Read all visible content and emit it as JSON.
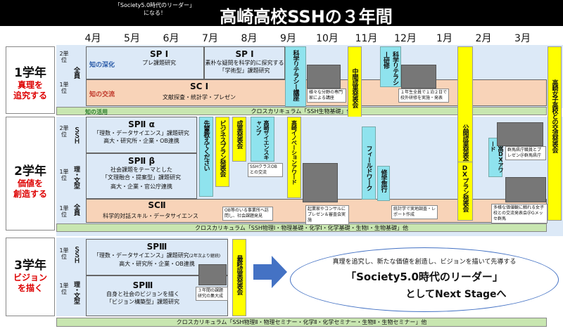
{
  "header": {
    "title": "高崎高校SSHの３年間",
    "subtitle_line1": "「Society5.0時代のリーダー」",
    "subtitle_line2": "になる！"
  },
  "months": [
    "4月",
    "5月",
    "6月",
    "7月",
    "8月",
    "9月",
    "10月",
    "11月",
    "12月",
    "1月",
    "2月",
    "3月"
  ],
  "grade1": {
    "name": "1学年",
    "theme_line1": "真理を",
    "theme_line2": "追究する",
    "unit_top": "2単位",
    "unit_bottom": "1単位",
    "all": "全員",
    "deepen_label": "知の深化",
    "exchange_label": "知の交流",
    "apply_label": "知の活用",
    "sp1a_title": "SP Ⅰ",
    "sp1a_desc": "プレ課題研究",
    "sp1b_title": "SP Ⅰ",
    "sp1b_desc1": "素朴な疑問を科学的に探究する",
    "sp1b_desc2": "「学術型」課題研究",
    "sc1_title": "SC Ⅰ",
    "sc1_desc": "文献探査・統計学・プレゼン",
    "cross": "クロスカリキュラム「SSH生物基礎」他",
    "ev_literacy1": "科学リテラシー講座",
    "ev_midpres": "中間成果発表会",
    "ev_literacy2": "科学リテラシー研修",
    "note_literacy1": "様々な分野の専門家による講座",
    "note_literacy2": "１年生全員で１泊２日で校外研修を実施・発表"
  },
  "grade2": {
    "name": "2学年",
    "theme_line1": "価値を",
    "theme_line2": "創造する",
    "unit_top": "2単位",
    "unit_mid": "1単位",
    "unit_bottom": "1単位",
    "course_ssh": "ＳＳＨ",
    "course_rb": "理・文型",
    "all": "全員",
    "sp2a_title": "SPⅡ α",
    "sp2a_desc1": "「理数・データサイエンス」課題研究",
    "sp2a_desc2": "高大・研究所・企業・OB連携",
    "sp2b_title": "SPⅡ β",
    "sp2b_desc1": "社会課題をテーマとした",
    "sp2b_desc2": "「文理融合・提案型」課題研究",
    "sp2b_desc3": "高大・企業・官公庁連携",
    "sc2_title": "SCⅡ",
    "sc2_desc": "科学的対話スキル・データサイエンス",
    "cross": "クロスカリキュラム「SSH物理Ⅰ・物理基礎・化学Ⅰ・化学基礎・生物Ⅰ・生物基礎」他",
    "ev_senpai": "先輩教えてください",
    "ev_bizplan": "ビジネスプラン発表会",
    "ev_results": "成果発表会",
    "ev_camp": "高崎サイエンスキャンプ",
    "ev_innov": "高崎イノベーションアワード",
    "ev_field": "フィールドワーク",
    "ev_trip": "修学旅行",
    "ev_pubres": "公開成果発表会",
    "ev_dx": "DXプラン発表会",
    "ev_dxaward": "高高DXアワード",
    "ev_exchange": "高崎女子高校との交流発表会",
    "note_ob": "OB等のいる事業所へ訪問し、社会課題発見",
    "note_camp": "SSHクラスOBとの交流",
    "note_consul": "起業家やコンサルにプレゼン＆審査会実施",
    "note_trip": "統計学で実地調査・レポート作成",
    "note_gunma": "群馬県庁職員とプレゼン＠群馬県庁",
    "note_girls": "多様な価値観に触れる女子校との交流発表会＠Gメッセ群馬"
  },
  "grade3": {
    "name": "3学年",
    "theme_line1": "ビジョン",
    "theme_line2": "を描く",
    "unit_top": "1単位",
    "unit_bottom": "1単位",
    "course_ssh": "ＳＳＨ",
    "course_rb": "理・文型",
    "sp3a_title": "SPⅢ",
    "sp3a_desc1": "「理数・データサイエンス」課題研究",
    "sp3a_note": "(2年次より継続)",
    "sp3a_desc2": "高大・研究所・企業・OB連携",
    "sp3b_title": "SPⅢ",
    "sp3b_desc1": "自身と社会のビジョンを描く",
    "sp3b_desc2": "「ビジョン構築型」課題研究",
    "note_final": "３年間の課題研究の集大成",
    "ev_final": "最終成果発表会",
    "vision_line1": "真理を追究し、新たな価値を創造し、ビジョンを描いて先導する",
    "vision_line2": "「Society5.0時代のリーダー」",
    "vision_line3": "としてNext Stageへ",
    "cross": "クロスカリキュラム「SSH物理Ⅱ・物理セミナー・化学Ⅱ・化学セミナー・生物Ⅱ・生物セミナー」他"
  },
  "colors": {
    "deepen_bg": "#dce9f7",
    "exchange_bg": "#f8d3b8",
    "cross_bg": "#c8e6b0",
    "yellow": "#ffff00",
    "cyan": "#8fe3ee",
    "arrow": "#4472c4"
  }
}
